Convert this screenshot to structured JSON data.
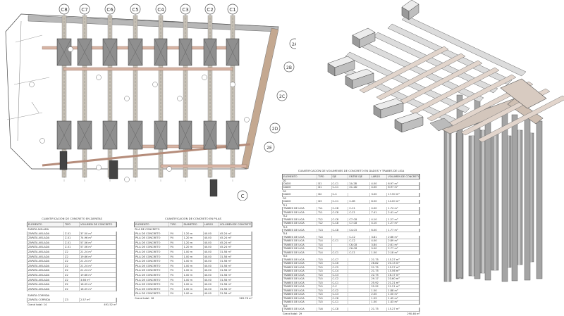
{
  "plan": {
    "axis_top": [
      "C8",
      "C7",
      "C6",
      "C5",
      "C4",
      "C3",
      "C2",
      "C1"
    ],
    "axis_side": [
      "2A",
      "2B",
      "2C",
      "2D",
      "2E"
    ],
    "axis_bottom": [
      "C"
    ]
  },
  "tables": {
    "zapatas": {
      "title": "CUANTIFICACIÓN DE CONCRETO EN ZAPATAS",
      "headers": [
        "ELEMENTO",
        "TIPO",
        "VOLUMEN DE CONCRETO"
      ],
      "group1": "ZAPATA AISLADA",
      "rows1": [
        [
          "ZAPATA AISLADA",
          "Z-01",
          "37.50 m³"
        ],
        [
          "ZAPATA AISLADA",
          "Z-01",
          "74.96 m³"
        ],
        [
          "ZAPATA AISLADA",
          "Z-01",
          "57.56 m³"
        ],
        [
          "ZAPATA AISLADA",
          "Z-01",
          "57.56 m³"
        ],
        [
          "ZAPATA AISLADA",
          "Z2",
          "21.24 m³"
        ],
        [
          "ZAPATA AISLADA",
          "Z2",
          "19.66 m³"
        ],
        [
          "ZAPATA AISLADA",
          "Z2",
          "21.24 m³"
        ],
        [
          "ZAPATA AISLADA",
          "Z2",
          "21.24 m³"
        ],
        [
          "ZAPATA AISLADA",
          "Z2",
          "21.24 m³"
        ],
        [
          "ZAPATA AISLADA",
          "Z2",
          "19.66 m³"
        ],
        [
          "ZAPATA AISLADA",
          "Z2",
          "3.66 m³"
        ],
        [
          "ZAPATA AISLADA",
          "Z2",
          "18.05 m³"
        ],
        [
          "ZAPATA AISLADA",
          "Z2",
          "18.05 m³"
        ]
      ],
      "group2": "ZAPATA CORRIDA",
      "rows2": [
        [
          "ZAPATA CORRIDA",
          "Z3",
          "2.57 m³"
        ]
      ],
      "total_label": "Grand total: 14",
      "total_value": "491.52 m³"
    },
    "pilas": {
      "title": "CUANTIFICACIÓN DE CONCRETO EN PILAS",
      "headers": [
        "ELEMENTO",
        "TIPO",
        "DIAMETRO",
        "LARGO",
        "VOLUMEN DE CONCRETO"
      ],
      "group": "PILA DE CONCRETO",
      "rows": [
        [
          "PILA DE CONCRETO",
          "P4",
          "1.20 m",
          "40.00",
          "45.24 m³"
        ],
        [
          "PILA DE CONCRETO",
          "P4",
          "1.20 m",
          "40.00",
          "45.24 m³"
        ],
        [
          "PILA DE CONCRETO",
          "P4",
          "1.20 m",
          "40.00",
          "45.24 m³"
        ],
        [
          "PILA DE CONCRETO",
          "P4",
          "1.20 m",
          "40.00",
          "45.24 m³"
        ],
        [
          "PILA DE CONCRETO",
          "P4",
          "1.00 m",
          "40.00",
          "31.58 m³"
        ],
        [
          "PILA DE CONCRETO",
          "P4",
          "1.00 m",
          "40.00",
          "31.58 m³"
        ],
        [
          "PILA DE CONCRETO",
          "P4",
          "1.00 m",
          "40.00",
          "31.58 m³"
        ],
        [
          "PILA DE CONCRETO",
          "P4",
          "1.00 m",
          "40.00",
          "31.58 m³"
        ],
        [
          "PILA DE CONCRETO",
          "P4",
          "1.00 m",
          "40.00",
          "31.58 m³"
        ],
        [
          "PILA DE CONCRETO",
          "P4",
          "1.00 m",
          "40.00",
          "31.58 m³"
        ],
        [
          "PILA DE CONCRETO",
          "P4",
          "1.00 m",
          "40.00",
          "31.58 m³"
        ],
        [
          "PILA DE CONCRETO",
          "P4",
          "1.00 m",
          "40.00",
          "31.58 m³"
        ],
        [
          "PILA DE CONCRETO",
          "P4",
          "1.00 m",
          "40.00",
          "31.58 m³"
        ],
        [
          "PILA DE CONCRETO",
          "P4",
          "1.00 m",
          "40.00",
          "31.58 m³"
        ]
      ],
      "total_label": "Grand total: 16",
      "total_value": "563.78 m³"
    },
    "losas": {
      "title": "CUANTIFICACIÓN DE VOLUMENES DE CONCRETO EN DADOS Y TRABES DE LIGA",
      "headers": [
        "ELEMENTO",
        "TIPO",
        "EJE",
        "ENTRE EJE",
        "LARGO",
        "VOLUMEN DE CONCRETO"
      ],
      "sections": [
        {
          "group": "D1",
          "rows": [
            [
              "DADO",
              "D1",
              "C-C1",
              "2A-2B",
              "4.00",
              "6.97 m³"
            ],
            [
              "DADO",
              "D1",
              "C-C1",
              "2C-2D",
              "4.00",
              "6.97 m³"
            ]
          ]
        },
        {
          "group": "D2",
          "rows": [
            [
              "DADO",
              "D2",
              "C-C",
              "",
              "3.00",
              "17.50 m³"
            ]
          ]
        },
        {
          "group": "D3",
          "rows": [
            [
              "DADO",
              "D3",
              "C-C1",
              "2-2B",
              "8.50",
              "14.00 m³"
            ]
          ]
        },
        {
          "group": "TL1",
          "rows": [
            [
              "TRABES DE LIGA",
              "TL1",
              "C-C8",
              "C-C1",
              "4.00",
              "1.74 m³"
            ],
            [
              "TRABES DE LIGA",
              "TL1",
              "C-C8",
              "C-C1",
              "7.41",
              "2.41 m³"
            ]
          ]
        },
        {
          "group": "TL2",
          "rows": [
            [
              "TRABES DE LIGA",
              "TL2",
              "C-C8",
              "C7-C8",
              "4.10",
              "1.27 m³"
            ],
            [
              "TRABES DE LIGA",
              "TL2",
              "C-C8",
              "C7-C8",
              "4.10",
              "1.27 m³"
            ]
          ]
        },
        {
          "group": "TL3",
          "rows": [
            [
              "TRABES DE LIGA",
              "TL3",
              "C-C8",
              "C4-C5",
              "6.00",
              "1.77 m³"
            ]
          ]
        },
        {
          "group": "TL4",
          "rows": [
            [
              "TRABES DE LIGA",
              "TL4",
              "",
              "C-C2",
              "3.81",
              "2.66 m³"
            ],
            [
              "TRABES DE LIGA",
              "TL4",
              "C-C1",
              "C-C2",
              "4.00",
              "2.89 m³"
            ],
            [
              "TRABES DE LIGA",
              "TL4",
              "",
              "C6-C8",
              "3.84",
              "2.61 m³"
            ],
            [
              "TRABES DE LIGA",
              "TL4",
              "",
              "C6-C8",
              "9.00",
              "2.77 m³"
            ],
            [
              "TRABES DE LIGA",
              "TL4",
              "C-C1",
              "C-C1",
              "1.50",
              "2.18 m³"
            ]
          ]
        },
        {
          "group": "TL5",
          "rows": [
            [
              "TRABES DE LIGA",
              "TL5",
              "C-C7",
              "",
              "21.75",
              "15.27 m³"
            ],
            [
              "TRABES DE LIGA",
              "TL5",
              "C-C6",
              "",
              "26.82",
              "20.13 m³"
            ],
            [
              "TRABES DE LIGA",
              "TL5",
              "C-C5",
              "",
              "21.75",
              "15.27 m³"
            ],
            [
              "TRABES DE LIGA",
              "TL5",
              "C-C4",
              "",
              "21.75",
              "15.56 m³"
            ],
            [
              "TRABES DE LIGA",
              "TL5",
              "C-C3",
              "",
              "22.75",
              "16.17 m³"
            ],
            [
              "TRABES DE LIGA",
              "TL5",
              "C-C2",
              "",
              "29.17",
              "23.60 m³"
            ],
            [
              "TRABES DE LIGA",
              "TL5",
              "C-C1",
              "",
              "25.92",
              "21.21 m³"
            ],
            [
              "TRABES DE LIGA",
              "TL5",
              "C-C",
              "",
              "25.92",
              "21.21 m³"
            ],
            [
              "TRABES DE LIGA",
              "TL5",
              "C-C2",
              "",
              "1.50",
              "1.88 m³"
            ],
            [
              "TRABES DE LIGA",
              "TL5",
              "C-C3",
              "",
              "2.00",
              "1.50 m³"
            ],
            [
              "TRABES DE LIGA",
              "TL5",
              "C-C8",
              "",
              "1.59",
              "1.45 m³"
            ],
            [
              "TRABES DE LIGA",
              "TL5",
              "C-C1",
              "",
              "1.50",
              "1.43 m³"
            ]
          ]
        },
        {
          "group": "TL6",
          "rows": [
            [
              "TRABES DE LIGA",
              "TL6",
              "C-C8",
              "",
              "21.75",
              "15.27 m³"
            ]
          ]
        }
      ],
      "total_label": "Grand total: 29",
      "total_value": "290.46 m³"
    }
  }
}
